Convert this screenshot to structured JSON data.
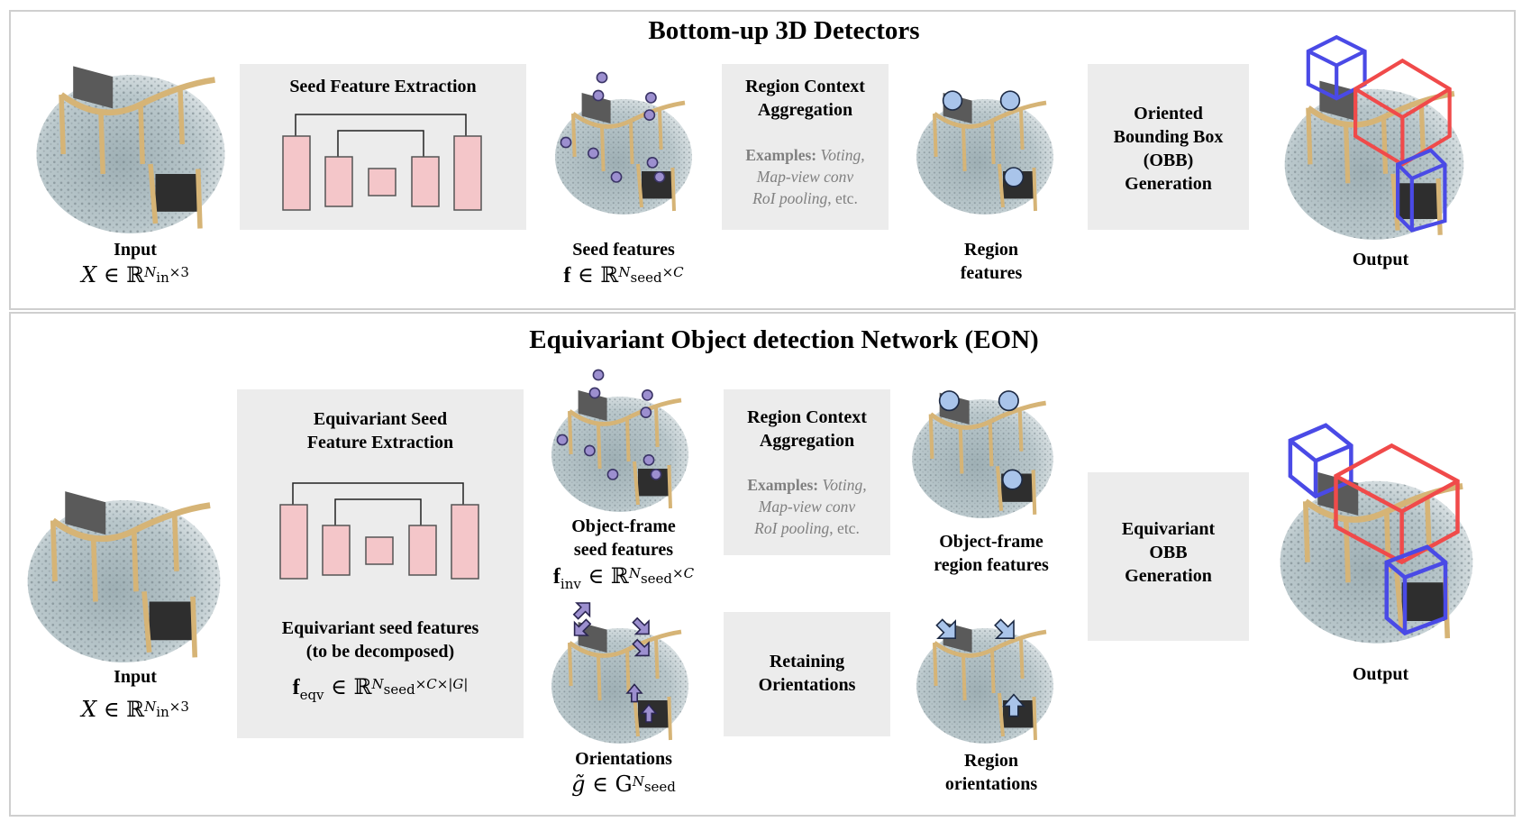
{
  "top": {
    "title": "Bottom-up 3D Detectors",
    "input_label": "Input",
    "input_math": {
      "sym": "X",
      "rel": "∈ ℝ",
      "sup_base": "N",
      "sup_sub": "in",
      "sup_tail": "×3"
    },
    "seed_box_title": "Seed Feature Extraction",
    "seed_label": "Seed features",
    "seed_math": {
      "sym": "f",
      "rel": "∈ ℝ",
      "sup_base": "N",
      "sup_sub": "seed",
      "sup_tail": "×C"
    },
    "region_box_title_1": "Region Context",
    "region_box_title_2": "Aggregation",
    "examples_head": "Examples:",
    "examples_1": "Voting,",
    "examples_2": "Map-view conv",
    "examples_3": "RoI pooling",
    "examples_4": ", etc.",
    "region_label_1": "Region",
    "region_label_2": "features",
    "obb_1": "Oriented",
    "obb_2": "Bounding Box",
    "obb_3": "(OBB)",
    "obb_4": "Generation",
    "output_label": "Output"
  },
  "bottom": {
    "title": "Equivariant Object detection Network (EON)",
    "input_label": "Input",
    "input_math": {
      "sym": "X",
      "rel": "∈ ℝ",
      "sup_base": "N",
      "sup_sub": "in",
      "sup_tail": "×3"
    },
    "eq_box_title_1": "Equivariant Seed",
    "eq_box_title_2": "Feature Extraction",
    "eq_feat_1": "Equivariant seed features",
    "eq_feat_2": "(to be decomposed)",
    "eq_math": {
      "sym": "f",
      "sub": "eqv",
      "rel": "∈ ℝ",
      "sup_base": "N",
      "sup_sub": "seed",
      "sup_tail": "×C×|G|"
    },
    "obj_seed_1": "Object-frame",
    "obj_seed_2": "seed features",
    "obj_seed_math": {
      "sym": "f",
      "sub": "inv",
      "rel": "∈ ℝ",
      "sup_base": "N",
      "sup_sub": "seed",
      "sup_tail": "×C"
    },
    "orient_label": "Orientations",
    "orient_math": {
      "sym": "g̃",
      "rel": "∈ G",
      "sup_base": "N",
      "sup_sub": "seed",
      "sup_tail": ""
    },
    "region_box_title_1": "Region Context",
    "region_box_title_2": "Aggregation",
    "examples_head": "Examples:",
    "examples_1": "Voting,",
    "examples_2": "Map-view conv",
    "examples_3": "RoI pooling",
    "examples_4": ", etc.",
    "retain_1": "Retaining",
    "retain_2": "Orientations",
    "obj_region_1": "Object-frame",
    "obj_region_2": "region features",
    "region_orient_1": "Region",
    "region_orient_2": "orientations",
    "eobb_1": "Equivariant",
    "eobb_2": "OBB",
    "eobb_3": "Generation",
    "output_label": "Output"
  },
  "colors": {
    "box_gray": "#ececec",
    "block_pink": "#f4c6c9",
    "seed_purple": "#9c8fcf",
    "region_blue": "#a9c4ea",
    "bbox_red": "#f04a4a",
    "bbox_blue": "#4a4ae6"
  },
  "icons": [
    "point-cloud-scene",
    "unet-block-icon",
    "seed-point-icon",
    "region-circle-icon",
    "orientation-arrow-icon",
    "bounding-box-icon"
  ]
}
